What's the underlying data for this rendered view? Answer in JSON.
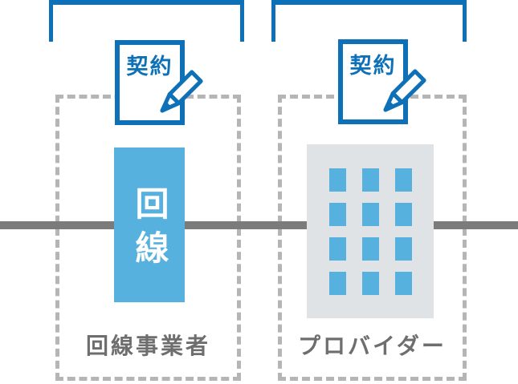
{
  "colors": {
    "primary_blue": "#0e71b8",
    "light_blue": "#57b1de",
    "line_gray": "#7b7b7b",
    "building_gray": "#e0e3e5",
    "dashed_gray": "#b5b5b5",
    "label_gray": "#6e6e6e"
  },
  "left_section": {
    "label": "回線事業者",
    "contract_label": "契約",
    "line_label": "回線"
  },
  "right_section": {
    "label": "プロバイダー",
    "contract_label": "契約",
    "building": {
      "rows": 4,
      "cols": 3
    }
  }
}
